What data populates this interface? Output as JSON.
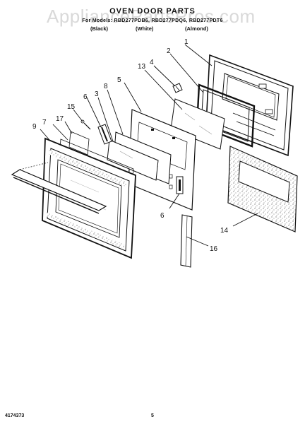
{
  "watermark": "AppliancePartsPros.com",
  "title": "OVEN DOOR PARTS",
  "models_line": "For Models: RBD277PDB6, RBD277PDQ6, RBD277PDT6",
  "colors": [
    "(Black)",
    "(White)",
    "(Almond)"
  ],
  "callouts": [
    "1",
    "2",
    "4",
    "13",
    "5",
    "8",
    "3",
    "6",
    "15",
    "7",
    "17",
    "9",
    "6",
    "14",
    "16"
  ],
  "footer_left": "4174373",
  "footer_page": "5"
}
